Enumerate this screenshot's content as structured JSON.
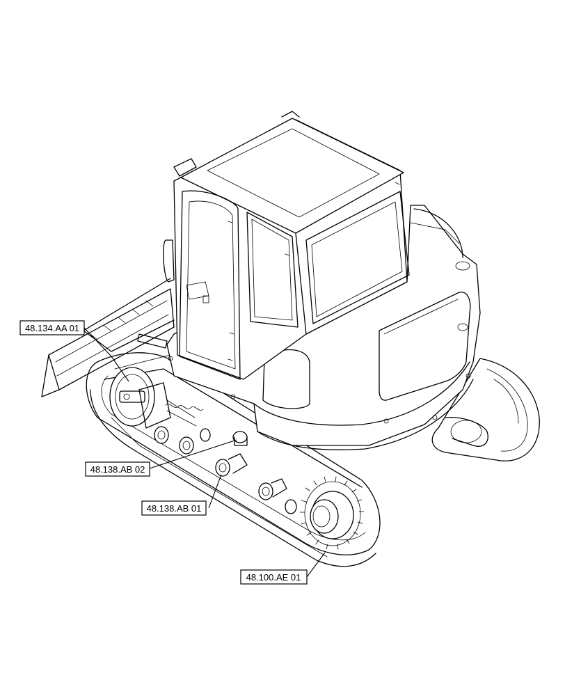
{
  "callouts": [
    {
      "id": "idler",
      "label": "48.134.AA 01"
    },
    {
      "id": "top-roller",
      "label": "48.138.AB 02"
    },
    {
      "id": "bottom-roller",
      "label": "48.138.AB 01"
    },
    {
      "id": "track",
      "label": "48.100.AE 01"
    }
  ]
}
